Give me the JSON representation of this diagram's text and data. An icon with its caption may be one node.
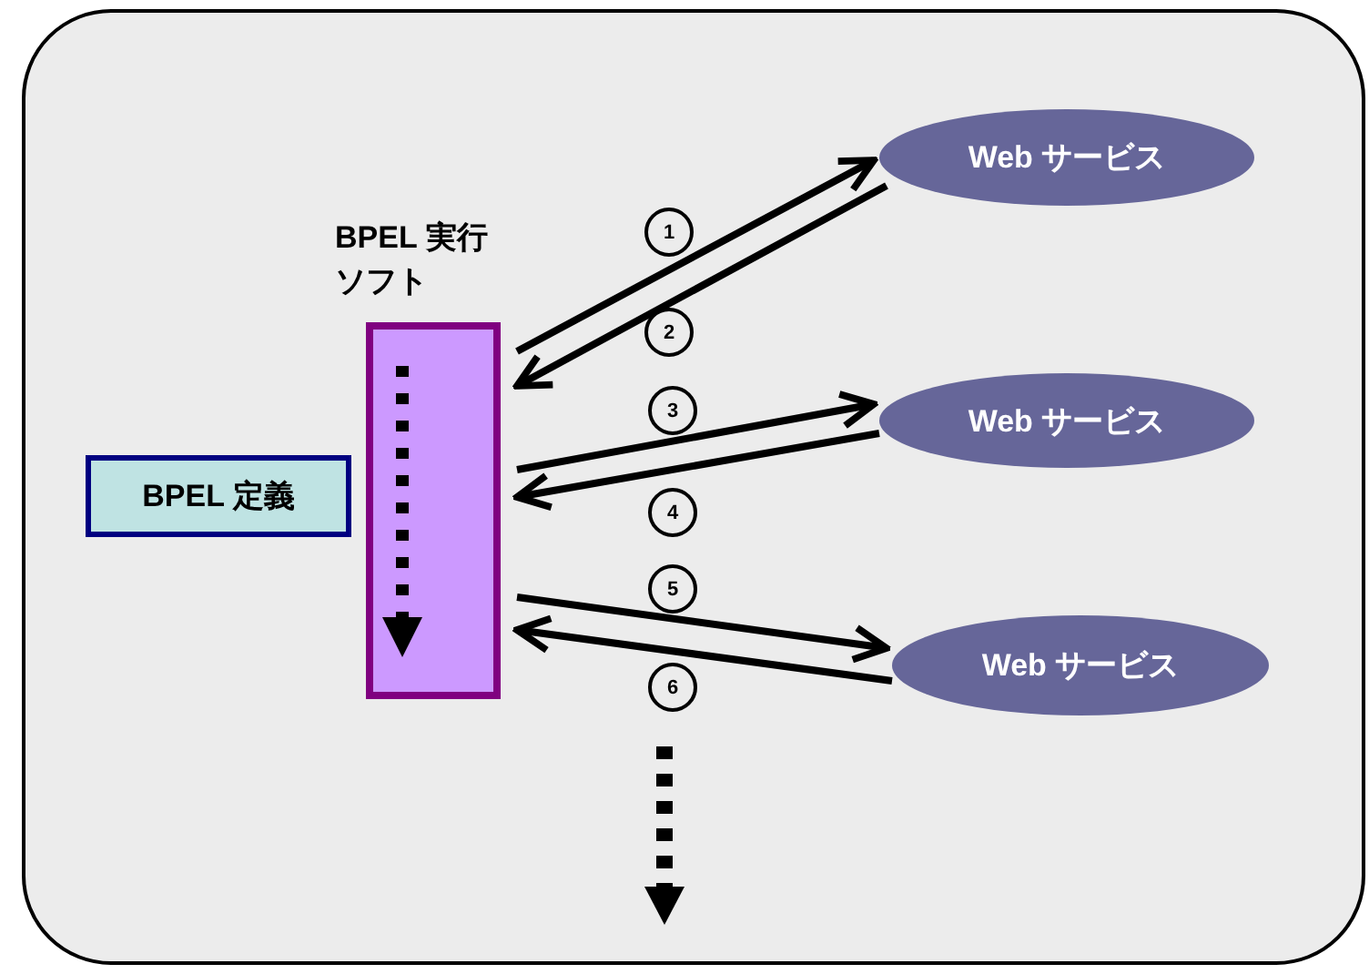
{
  "diagram": {
    "nodes": [
      {
        "text": [
          "BPEL 定義"
        ]
      },
      {
        "text": [
          "BPEL 実行ソフト"
        ]
      },
      {
        "text": [
          "Web サービス"
        ]
      },
      {
        "text": [
          "Web サービス"
        ]
      },
      {
        "text": [
          "Web サービス"
        ]
      }
    ],
    "edges": [
      {
        "from": 1,
        "to": 2,
        "arrow": "to",
        "label": "1"
      },
      {
        "from": 2,
        "to": 1,
        "arrow": "to",
        "label": "2"
      },
      {
        "from": 1,
        "to": 3,
        "arrow": "to",
        "label": "3"
      },
      {
        "from": 3,
        "to": 1,
        "arrow": "to",
        "label": "4"
      },
      {
        "from": 1,
        "to": 4,
        "arrow": "to",
        "label": "5"
      },
      {
        "from": 4,
        "to": 1,
        "arrow": "to",
        "label": "6"
      }
    ]
  }
}
